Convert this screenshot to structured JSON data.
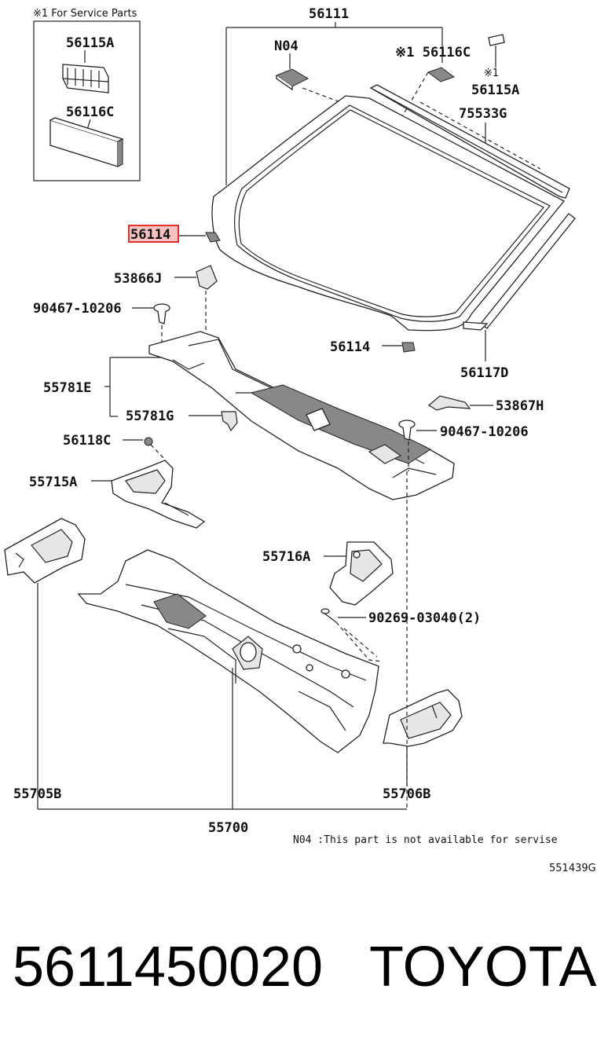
{
  "service_box": {
    "title": "※1 For Service Parts",
    "part_a": "56115A",
    "part_b": "56116C"
  },
  "labels": {
    "p56111": "56111",
    "n04": "N04",
    "p56116c": "※1 56116C",
    "p56115a_mark": "※1",
    "p56115a": "56115A",
    "p75533g": "75533G",
    "p56114_hl": "56114",
    "p53866j": "53866J",
    "p90467a": "90467-10206",
    "p56114b": "56114",
    "p56117d": "56117D",
    "p55781e": "55781E",
    "p53867h": "53867H",
    "p55781g": "55781G",
    "p90467b": "90467-10206",
    "p56118c": "56118C",
    "p55715a": "55715A",
    "p55716a": "55716A",
    "p90269": "90269-03040(2)",
    "p55705b": "55705B",
    "p55706b": "55706B",
    "p55700": "55700"
  },
  "note": "N04 :This part is not available for servise",
  "diagram_code": "551439G",
  "footer": {
    "part_number": "5611450020",
    "brand": "TOYOTA"
  },
  "colors": {
    "highlight_border": "#e0302a",
    "highlight_fill": "#f4c2c0"
  }
}
